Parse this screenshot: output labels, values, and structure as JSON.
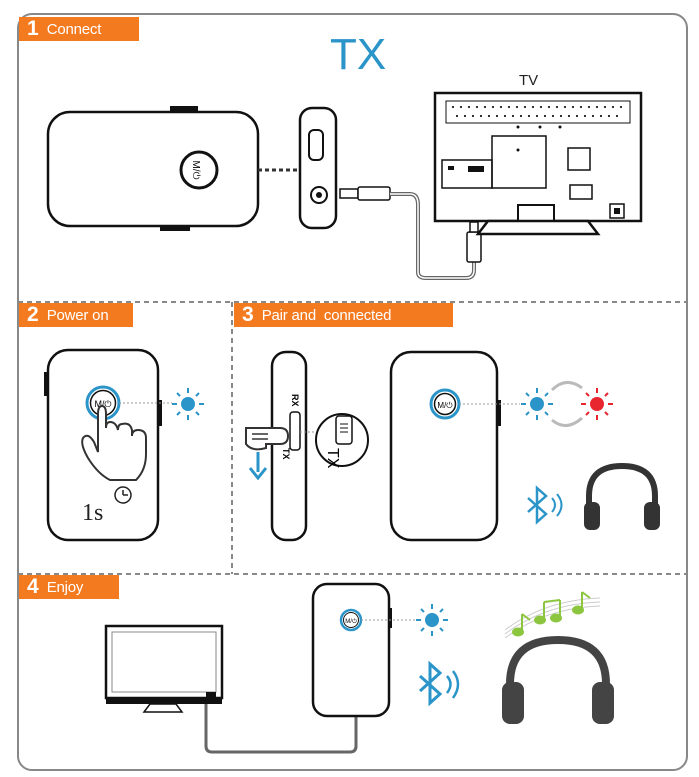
{
  "steps": [
    {
      "number": "1",
      "label": "Connect"
    },
    {
      "number": "2",
      "label": "Power on"
    },
    {
      "number": "3",
      "label": "Pair and  connected"
    },
    {
      "number": "4",
      "label": "Enjoy"
    }
  ],
  "mode_title": "TX",
  "tv_label": "TV",
  "button_label": "M/⏻",
  "switch": {
    "rx": "RX",
    "tx": "TX",
    "tx_large": "TX"
  },
  "press_time": "1s",
  "colors": {
    "accent": "#f47a20",
    "blue": "#2b95c9",
    "red": "#e8262f",
    "border": "#888888"
  }
}
